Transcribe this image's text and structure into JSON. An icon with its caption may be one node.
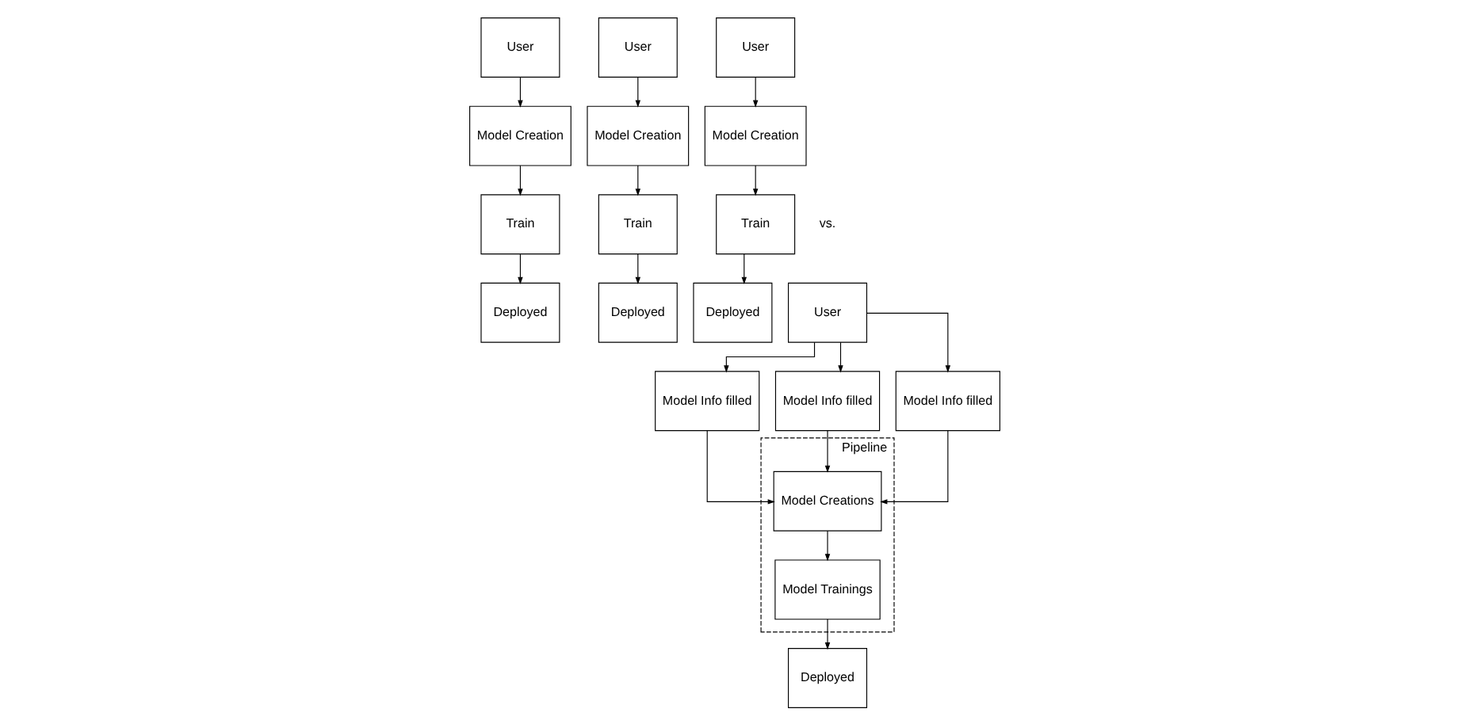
{
  "diagram": {
    "nodes": [
      {
        "text": [
          "User"
        ]
      },
      {
        "text": [
          "User"
        ]
      },
      {
        "text": [
          "User"
        ]
      },
      {
        "text": [
          "Model Creation"
        ]
      },
      {
        "text": [
          "Model Creation"
        ]
      },
      {
        "text": [
          "Model Creation"
        ]
      },
      {
        "text": [
          "Train"
        ]
      },
      {
        "text": [
          "Train"
        ]
      },
      {
        "text": [
          "Train"
        ]
      },
      {
        "text": [
          "Deployed"
        ]
      },
      {
        "text": [
          "Deployed"
        ]
      },
      {
        "text": [
          "Deployed"
        ]
      },
      {
        "text": [
          "User"
        ]
      },
      {
        "text": [
          "Model Info filled"
        ]
      },
      {
        "text": [
          "Model Info filled"
        ]
      },
      {
        "text": [
          "Model Info filled"
        ]
      },
      {
        "text": [
          "Pipeline"
        ]
      },
      {
        "text": [
          "Model Creations"
        ],
        "in": 16
      },
      {
        "text": [
          "Model Trainings"
        ],
        "in": 16
      },
      {
        "text": [
          "Deployed"
        ]
      }
    ],
    "edges": [
      {
        "from": 0,
        "to": 3,
        "arrow": "to"
      },
      {
        "from": 3,
        "to": 6,
        "arrow": "to"
      },
      {
        "from": 6,
        "to": 9,
        "arrow": "to"
      },
      {
        "from": 1,
        "to": 4,
        "arrow": "to"
      },
      {
        "from": 4,
        "to": 7,
        "arrow": "to"
      },
      {
        "from": 7,
        "to": 10,
        "arrow": "to"
      },
      {
        "from": 2,
        "to": 5,
        "arrow": "to"
      },
      {
        "from": 5,
        "to": 8,
        "arrow": "to"
      },
      {
        "from": 8,
        "to": 11,
        "arrow": "to"
      },
      {
        "from": 12,
        "to": 13,
        "arrow": "to"
      },
      {
        "from": 12,
        "to": 14,
        "arrow": "to"
      },
      {
        "from": 12,
        "to": 15,
        "arrow": "to"
      },
      {
        "from": 13,
        "to": 17,
        "arrow": "to"
      },
      {
        "from": 14,
        "to": 17,
        "arrow": "to"
      },
      {
        "from": 15,
        "to": 17,
        "arrow": "to"
      },
      {
        "from": 17,
        "to": 18,
        "arrow": "to"
      },
      {
        "from": 18,
        "to": 19,
        "arrow": "to"
      }
    ],
    "labels": [
      "vs."
    ]
  }
}
